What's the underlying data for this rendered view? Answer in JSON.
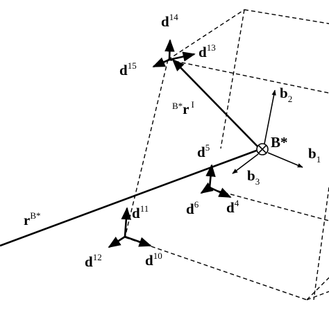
{
  "labels": {
    "d14": {
      "base": "d",
      "sup": "14"
    },
    "d13": {
      "base": "d",
      "sup": "13"
    },
    "d15": {
      "base": "d",
      "sup": "15"
    },
    "b2": {
      "base": "b",
      "sub": "2"
    },
    "b1": {
      "base": "b",
      "sub": "1"
    },
    "b3": {
      "base": "b",
      "sub": "3"
    },
    "Bstar": {
      "text": "B*"
    },
    "rI": {
      "pre": "B*",
      "base": "r",
      "sup": "I"
    },
    "rB": {
      "base": "r",
      "sup": "B*"
    },
    "d5": {
      "base": "d",
      "sup": "5"
    },
    "d6": {
      "base": "d",
      "sup": "6"
    },
    "d4": {
      "base": "d",
      "sup": "4"
    },
    "d11": {
      "base": "d",
      "sup": "11"
    },
    "d12": {
      "base": "d",
      "sup": "12"
    },
    "d10": {
      "base": "d",
      "sup": "10"
    }
  }
}
